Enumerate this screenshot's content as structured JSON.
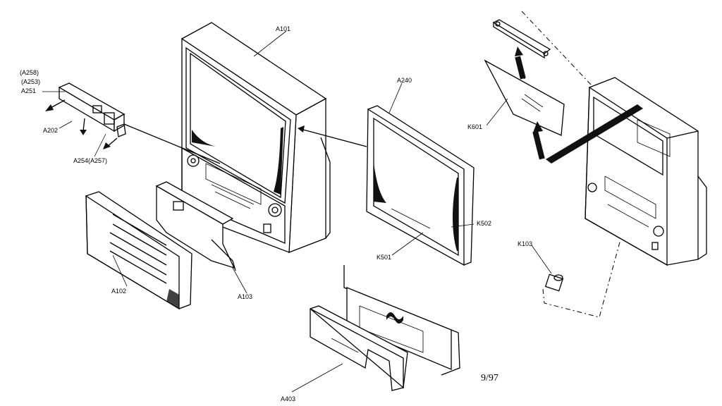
{
  "labels": {
    "A101": "A101",
    "A240": "A240",
    "A258": "(A258)",
    "A253": "(A253)",
    "A251": "A251",
    "A202": "A202",
    "A254_257": "A254(A257)",
    "K601": "K601",
    "K502": "K502",
    "K501": "K501",
    "K103": "K103",
    "A102": "A102",
    "A103": "A103",
    "A403": "A403"
  },
  "date_code": "9/97"
}
